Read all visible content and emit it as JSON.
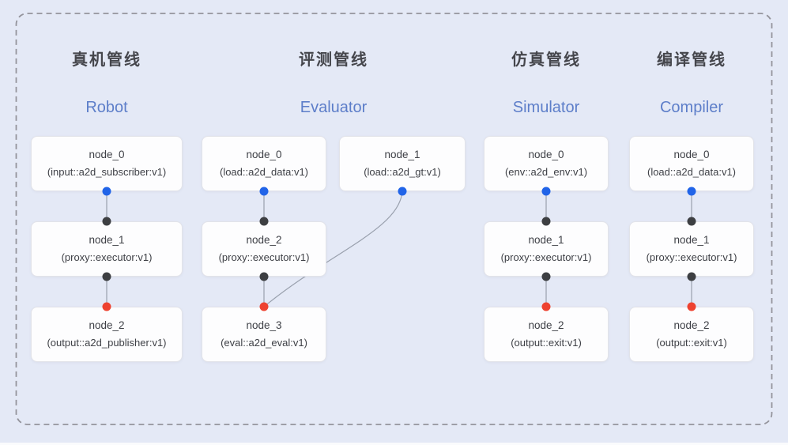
{
  "diagram": {
    "pipelines": [
      {
        "title_zh": "真机管线",
        "title_en": "Robot",
        "nodes": [
          {
            "name": "node_0",
            "type": "(input::a2d_subscriber:v1)"
          },
          {
            "name": "node_1",
            "type": "(proxy::executor:v1)"
          },
          {
            "name": "node_2",
            "type": "(output::a2d_publisher:v1)"
          }
        ]
      },
      {
        "title_zh": "评测管线",
        "title_en": "Evaluator",
        "nodes": [
          {
            "name": "node_0",
            "type": "(load::a2d_data:v1)"
          },
          {
            "name": "node_1",
            "type": "(load::a2d_gt:v1)"
          },
          {
            "name": "node_2",
            "type": "(proxy::executor:v1)"
          },
          {
            "name": "node_3",
            "type": "(eval::a2d_eval:v1)"
          }
        ]
      },
      {
        "title_zh": "仿真管线",
        "title_en": "Simulator",
        "nodes": [
          {
            "name": "node_0",
            "type": "(env::a2d_env:v1)"
          },
          {
            "name": "node_1",
            "type": "(proxy::executor:v1)"
          },
          {
            "name": "node_2",
            "type": "(output::exit:v1)"
          }
        ]
      },
      {
        "title_zh": "编译管线",
        "title_en": "Compiler",
        "nodes": [
          {
            "name": "node_0",
            "type": "(load::a2d_data:v1)"
          },
          {
            "name": "node_1",
            "type": "(proxy::executor:v1)"
          },
          {
            "name": "node_2",
            "type": "(output::exit:v1)"
          }
        ]
      }
    ],
    "edges": [
      {
        "pipeline": "Robot",
        "from": "node_0",
        "to": "node_1"
      },
      {
        "pipeline": "Robot",
        "from": "node_1",
        "to": "node_2"
      },
      {
        "pipeline": "Evaluator",
        "from": "node_0",
        "to": "node_2"
      },
      {
        "pipeline": "Evaluator",
        "from": "node_1",
        "to": "node_3"
      },
      {
        "pipeline": "Evaluator",
        "from": "node_2",
        "to": "node_3"
      },
      {
        "pipeline": "Simulator",
        "from": "node_0",
        "to": "node_1"
      },
      {
        "pipeline": "Simulator",
        "from": "node_1",
        "to": "node_2"
      },
      {
        "pipeline": "Compiler",
        "from": "node_0",
        "to": "node_1"
      },
      {
        "pipeline": "Compiler",
        "from": "node_1",
        "to": "node_2"
      }
    ],
    "colors": {
      "background": "#e4e9f6",
      "dashed_border": "#94949c",
      "node_bg": "#fdfdfe",
      "node_border": "#e2e3e9",
      "node_text": "#3e4046",
      "title_zh": "#45464c",
      "title_en": "#5d7ec9",
      "edge": "#99a0ad",
      "port_source_output": "#2164e8",
      "port_executor": "#3d3f42",
      "port_sink_input": "#ee4230"
    }
  }
}
